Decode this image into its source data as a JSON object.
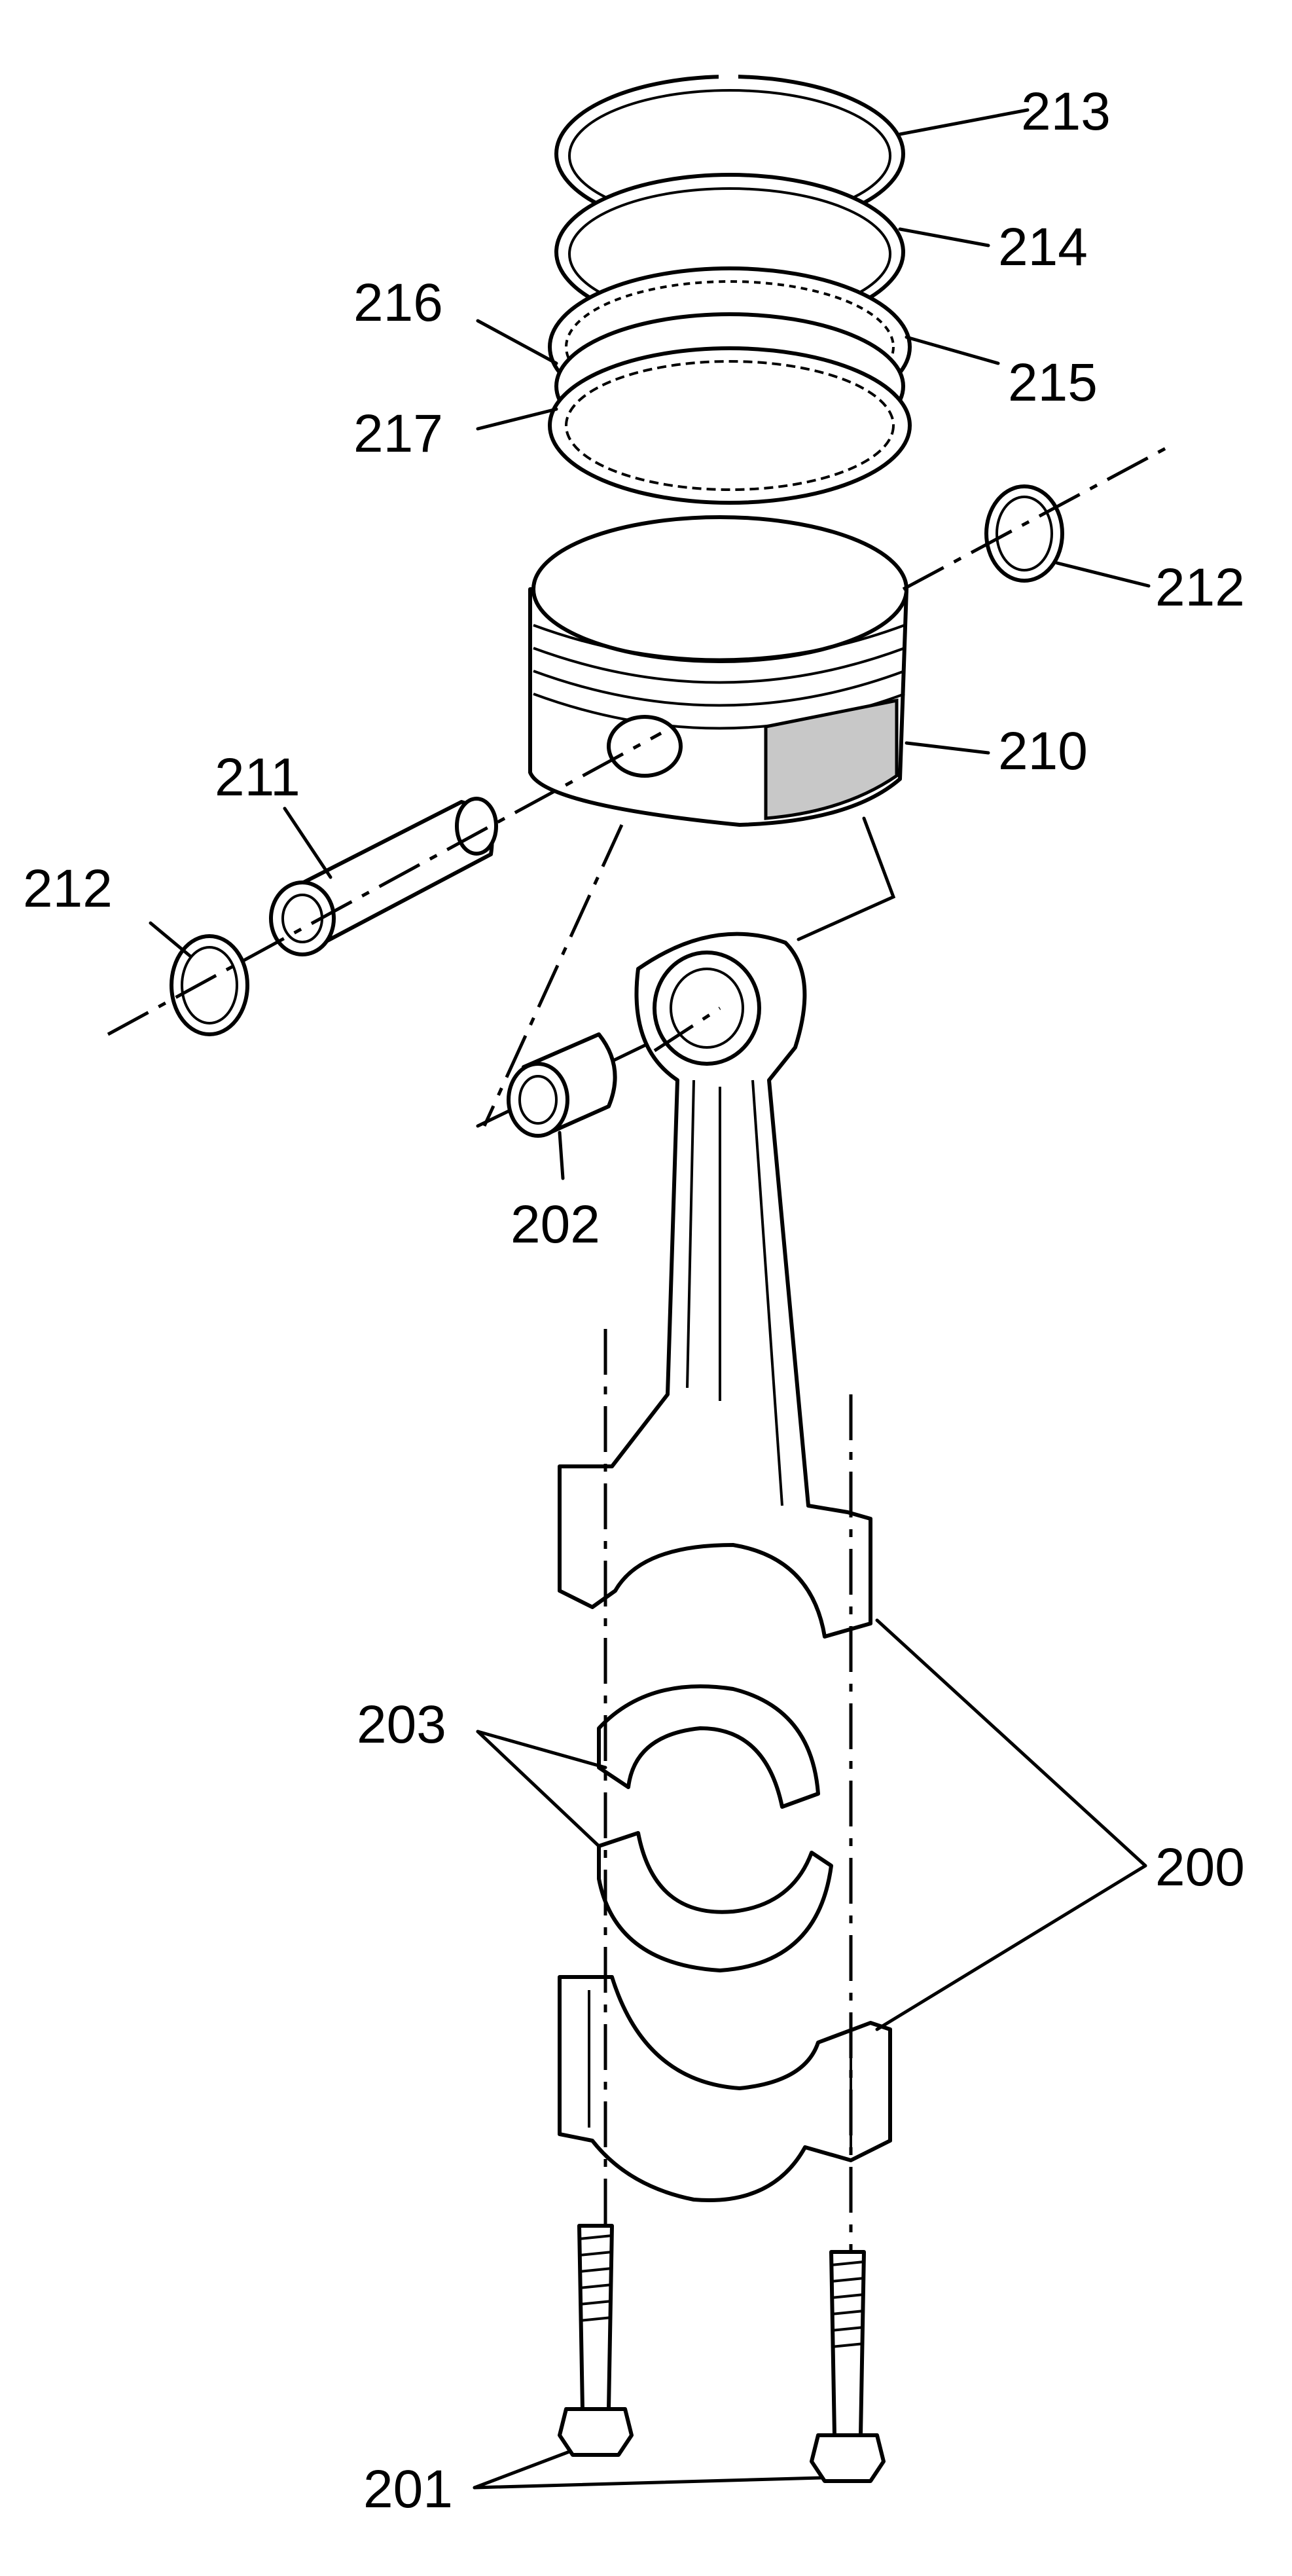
{
  "callouts": {
    "c200": "200",
    "c201": "201",
    "c202": "202",
    "c203": "203",
    "c210": "210",
    "c211": "211",
    "c212_left": "212",
    "c212_right": "212",
    "c213": "213",
    "c214": "214",
    "c215": "215",
    "c216": "216",
    "c217": "217"
  },
  "icons": {
    "rings": "piston-ring-icon",
    "piston": "piston-icon",
    "pin": "piston-pin-icon",
    "retainer": "pin-retainer-icon",
    "bushing": "pin-bushing-icon",
    "rod": "connecting-rod-icon",
    "bearing": "rod-bearing-icon",
    "cap": "rod-cap-icon",
    "bolt": "rod-bolt-icon"
  }
}
